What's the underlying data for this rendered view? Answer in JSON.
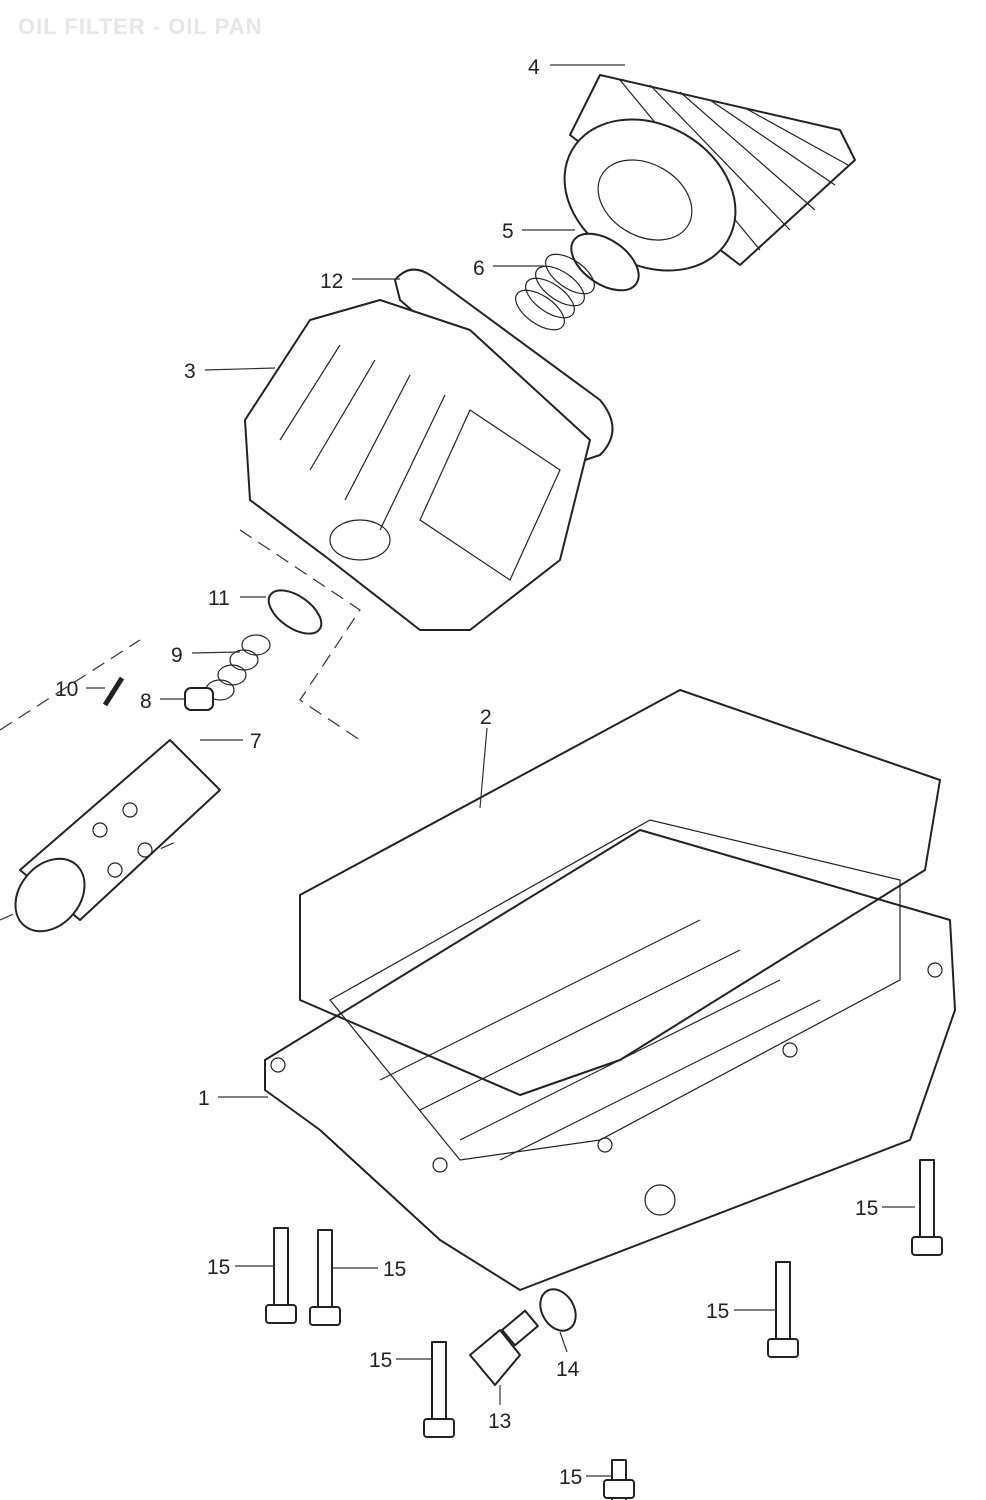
{
  "title": "OIL FILTER - OIL PAN",
  "callouts": {
    "c1": "1",
    "c2": "2",
    "c3": "3",
    "c4": "4",
    "c5": "5",
    "c6": "6",
    "c7": "7",
    "c8": "8",
    "c9": "9",
    "c10": "10",
    "c11": "11",
    "c12": "12",
    "c13": "13",
    "c14": "14",
    "c15": "15"
  }
}
